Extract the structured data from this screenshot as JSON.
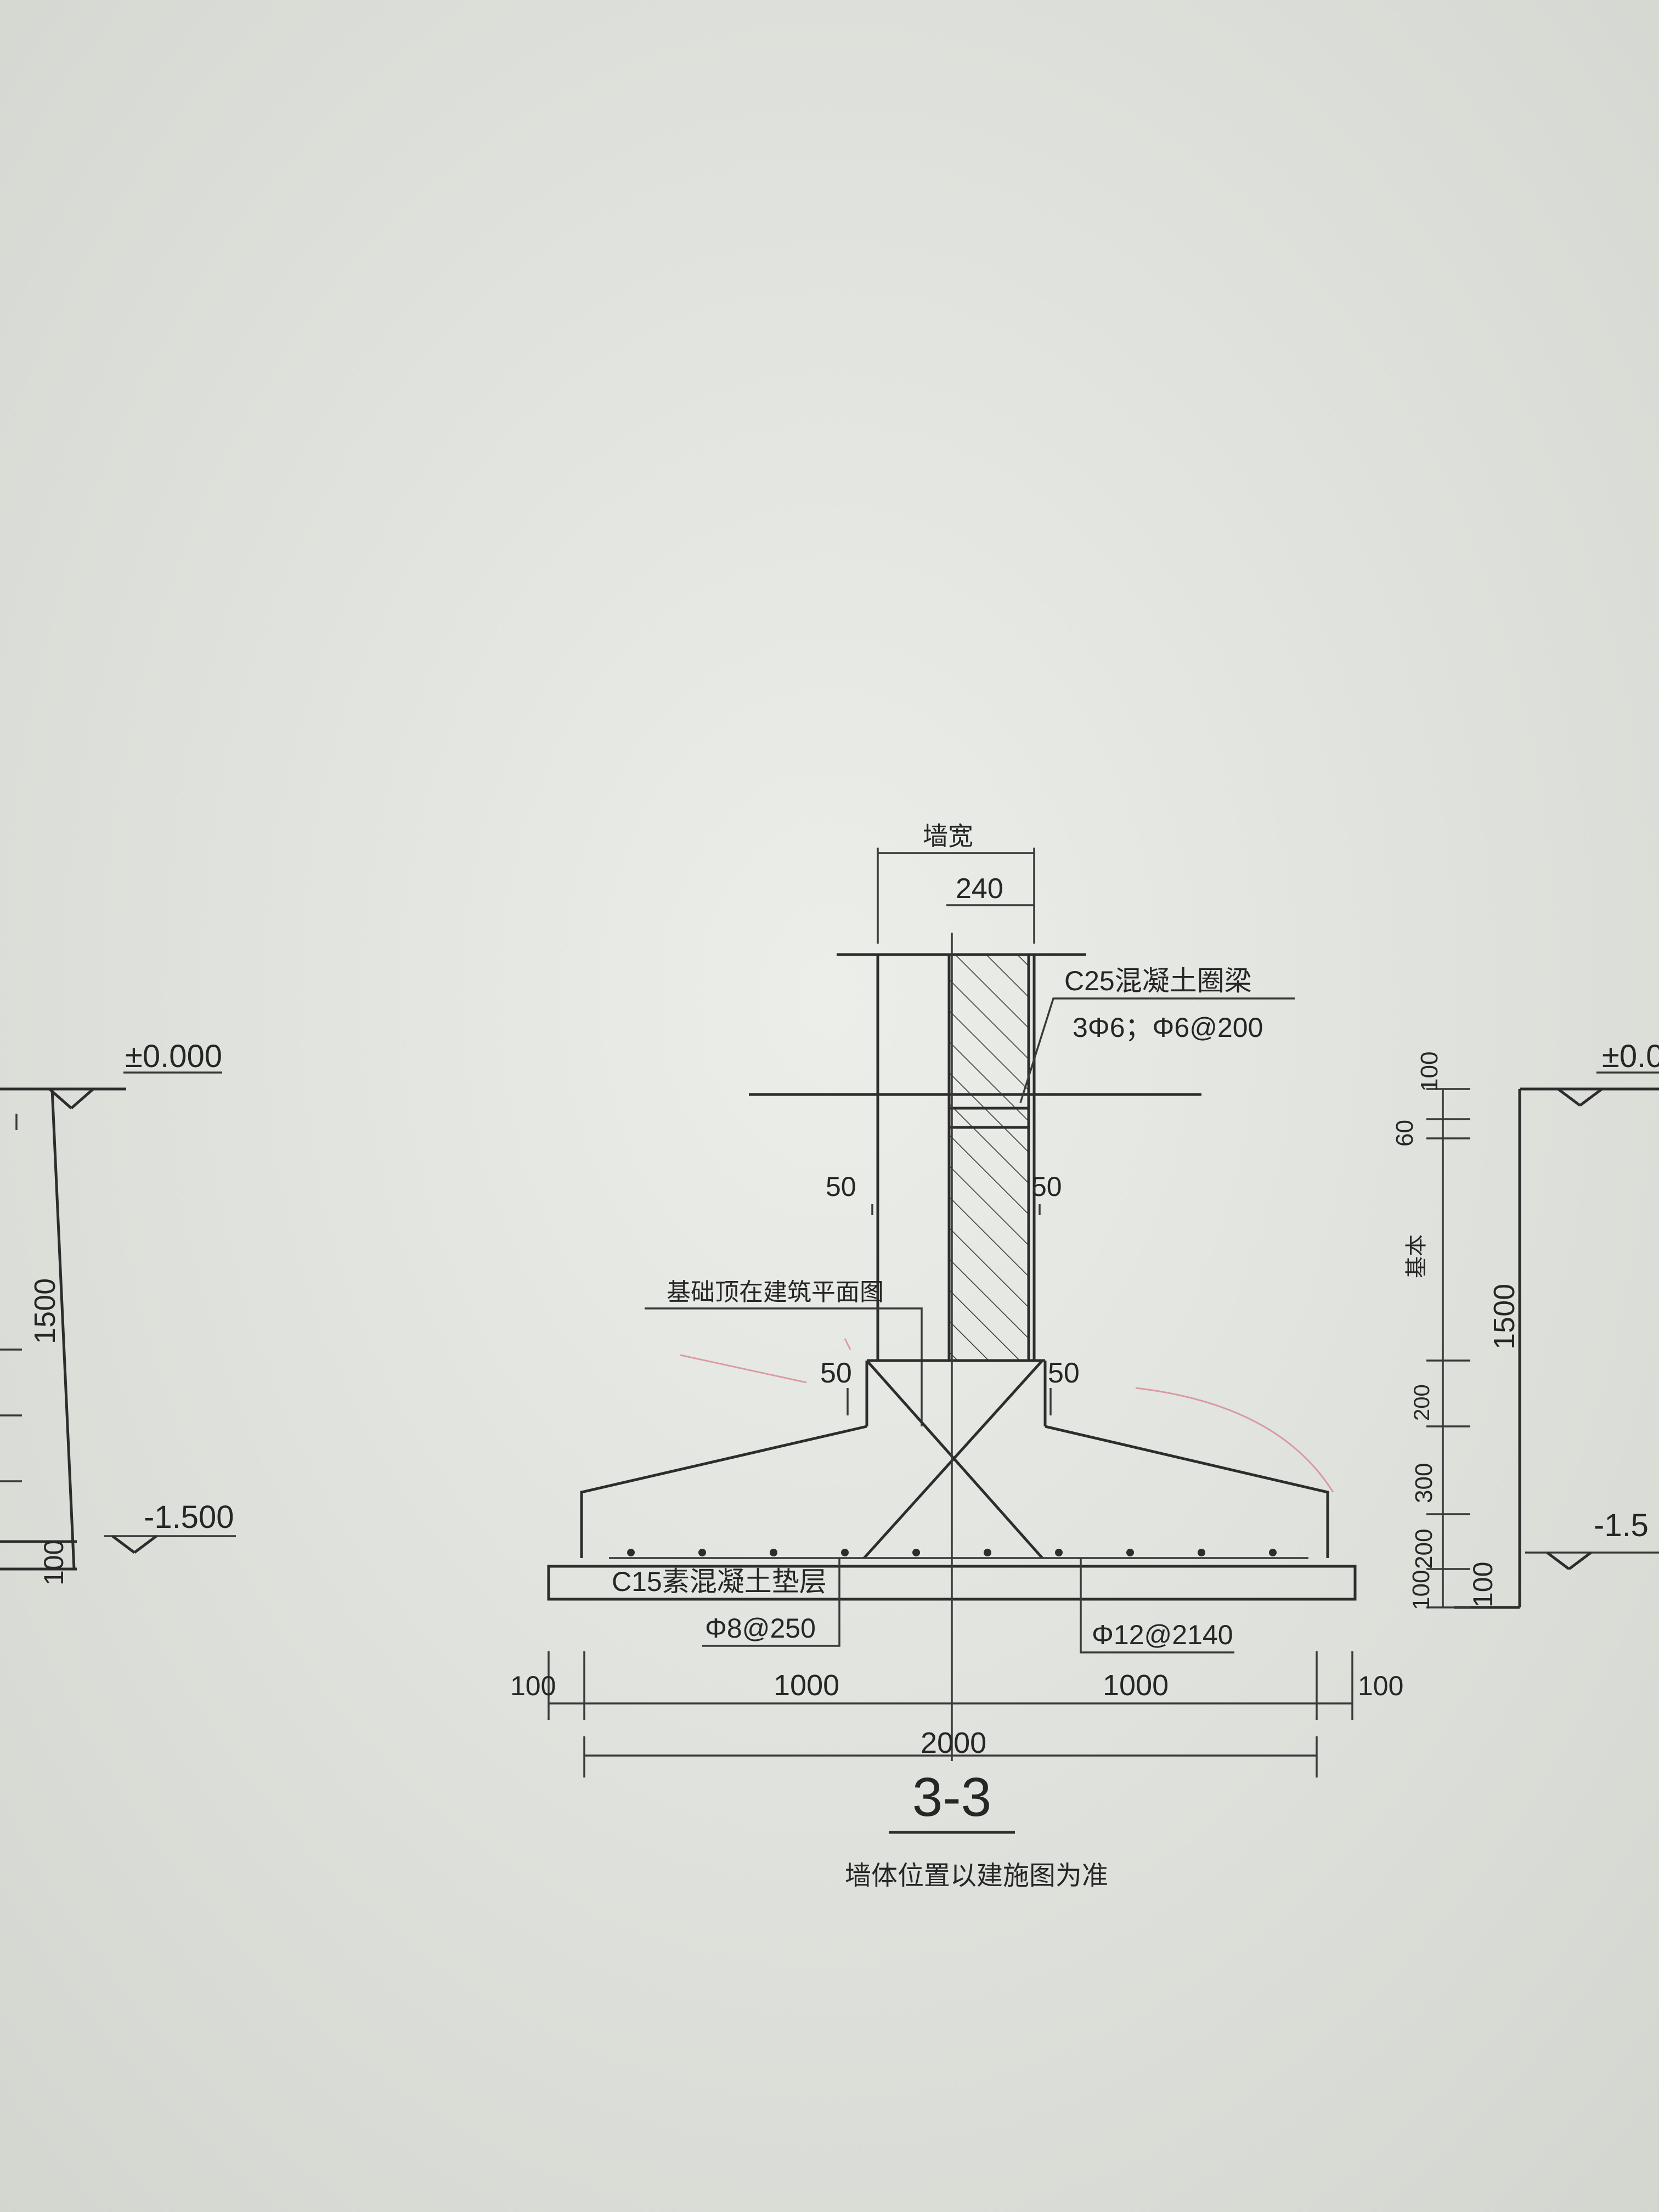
{
  "section": {
    "title": "3-3",
    "caption": "墙体位置以建施图为准"
  },
  "wall": {
    "width_label": "墙宽",
    "thickness": "240",
    "ring_beam_label": "C25混凝土圈梁",
    "rebar_label": "3Φ6；Φ6@200"
  },
  "footing": {
    "offset_50_left_upper": "50",
    "offset_50_right_upper": "50",
    "offset_50_left_lower": "50",
    "offset_50_right_lower": "50",
    "level_note": "基础顶在建筑平面图",
    "cushion_label": "C15素混凝土垫层",
    "bottom_rebar_left": "Φ8@250",
    "bottom_rebar_right": "Φ12@2140"
  },
  "dimensions": {
    "left_100": "100",
    "half_left": "1000",
    "half_right": "1000",
    "right_100": "100",
    "total": "2000"
  },
  "elevations": {
    "left_top": "±0.000",
    "left_bottom": "-1.500",
    "left_height": "1500",
    "left_base": "100",
    "right_top": "±0.0",
    "right_bottom": "-1.5",
    "right_height": "1500",
    "right_base": "100",
    "right_chain": [
      "100",
      "60",
      "基本",
      "200",
      "300",
      "200",
      "100"
    ]
  }
}
